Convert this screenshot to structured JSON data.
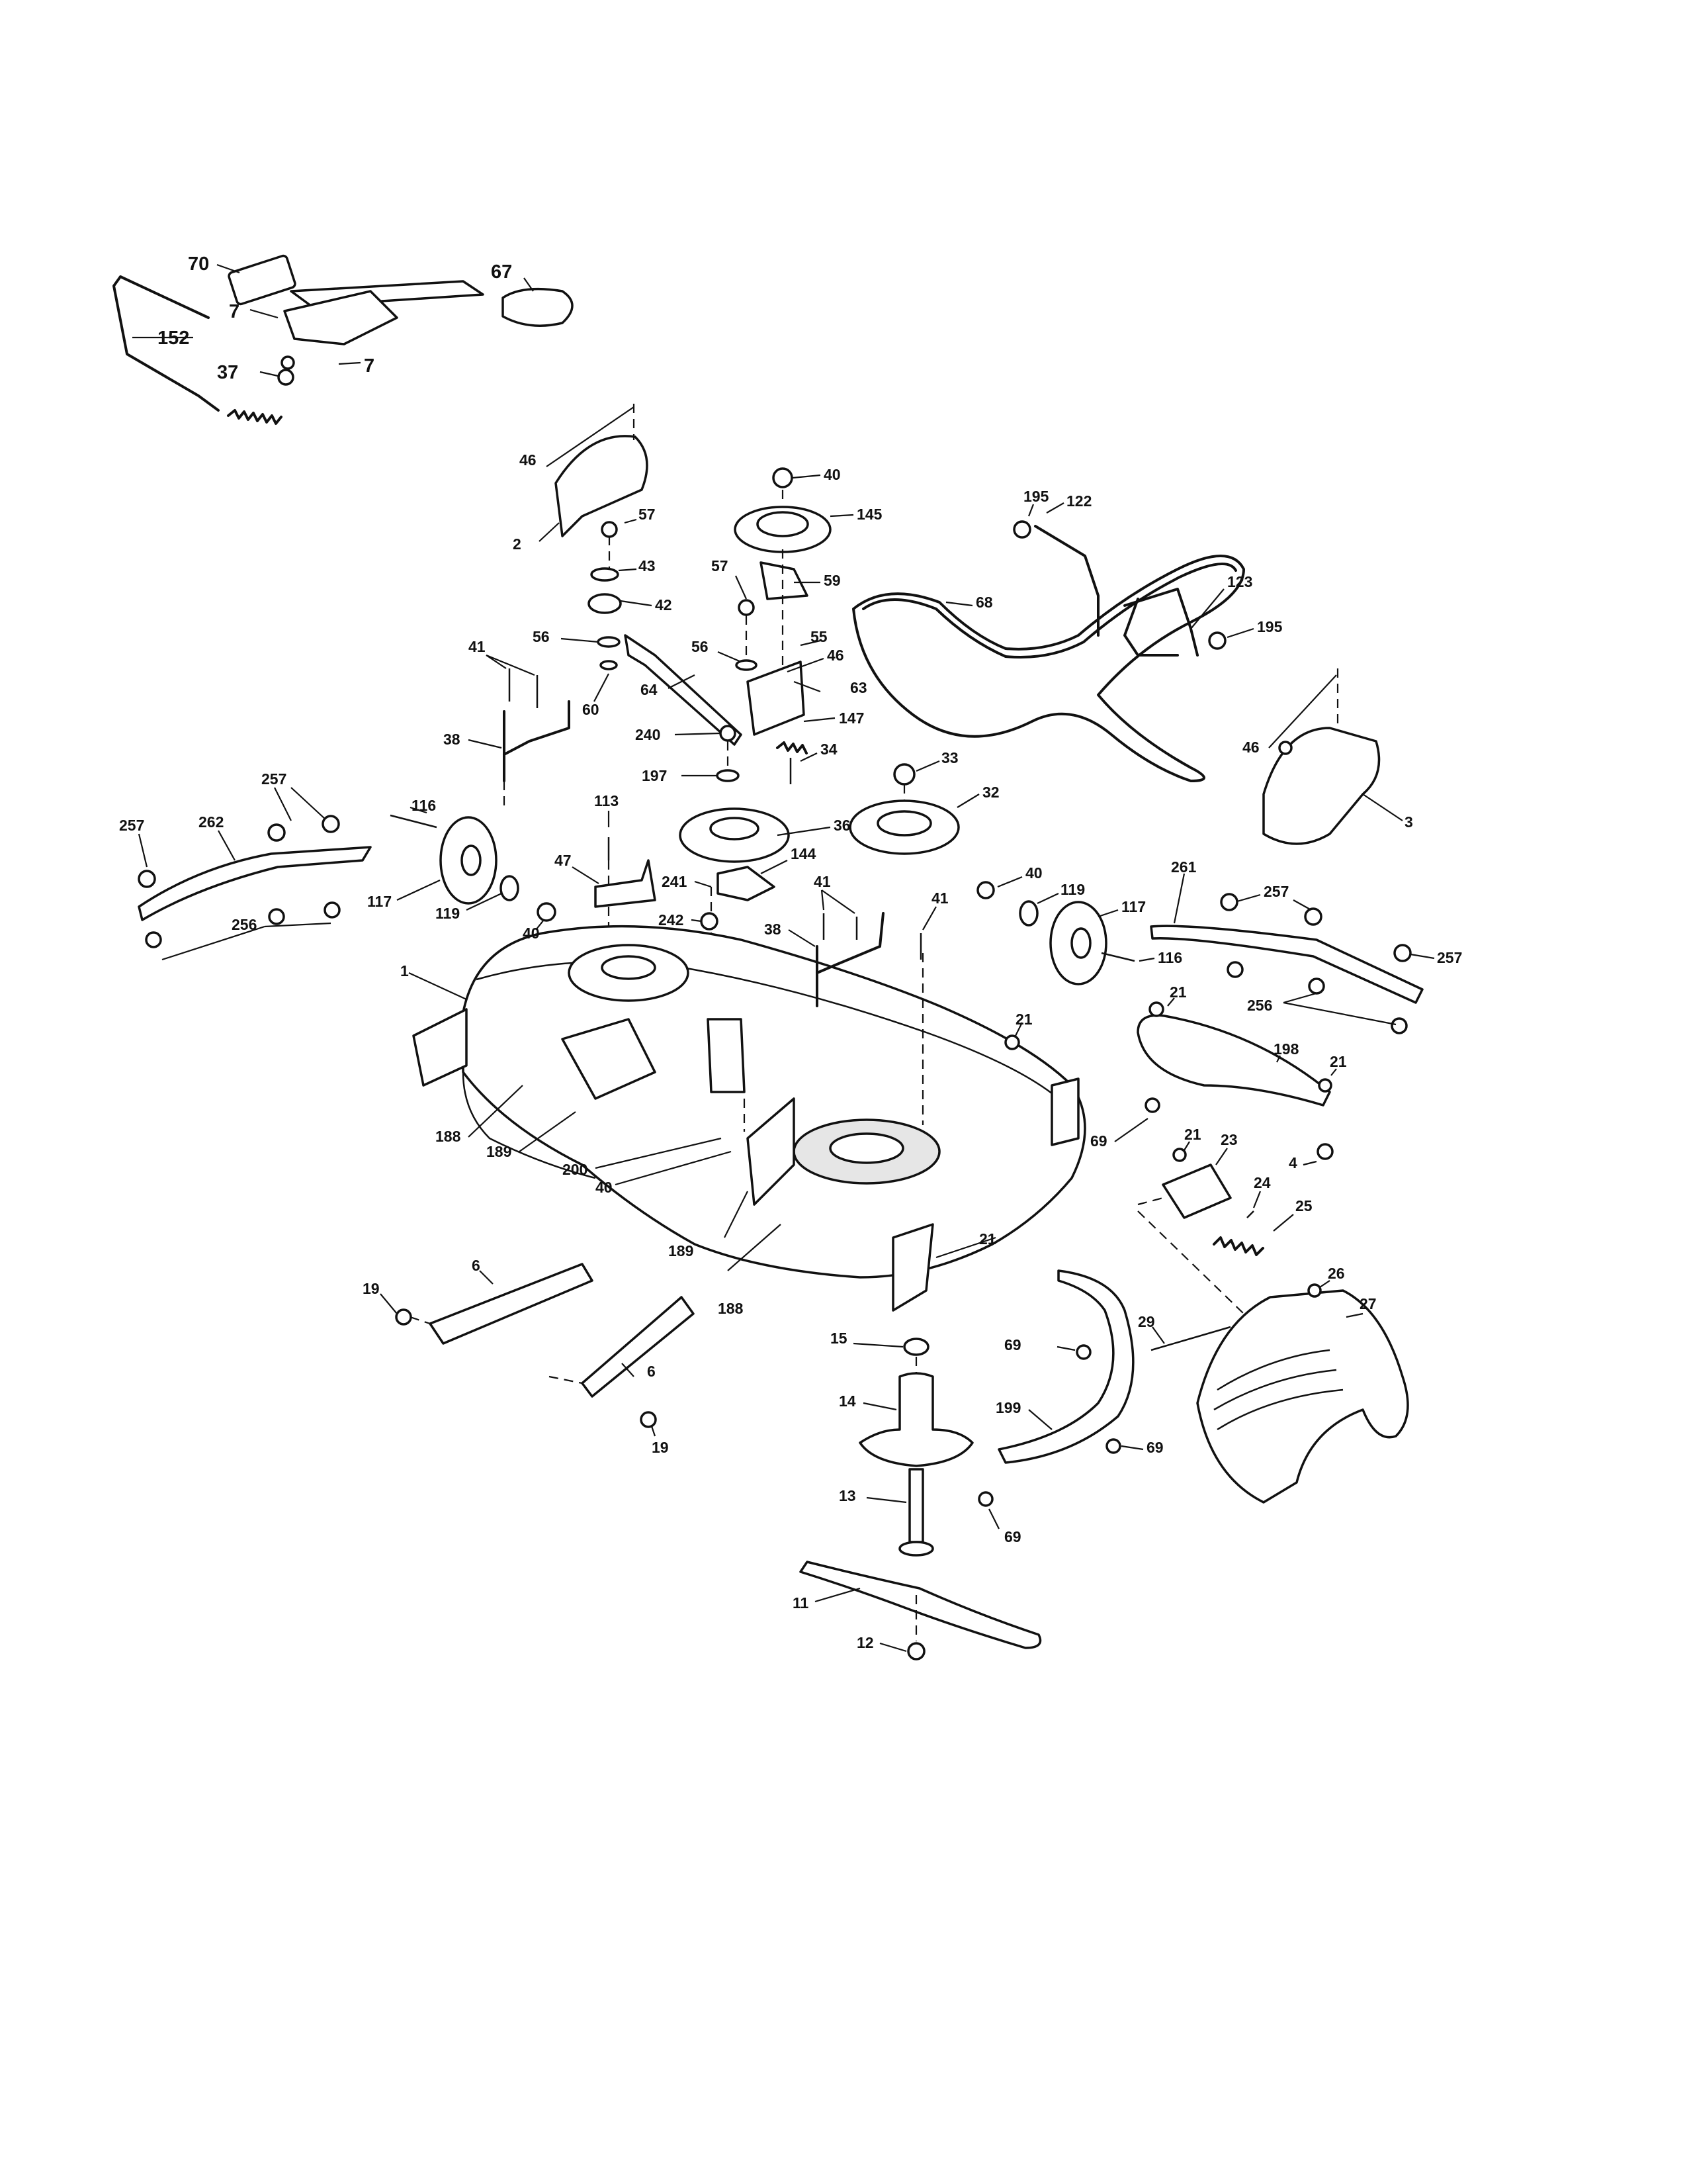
{
  "callouts": [
    {
      "id": "c70",
      "text": "70"
    },
    {
      "id": "c67",
      "text": "67"
    },
    {
      "id": "c7a",
      "text": "7"
    },
    {
      "id": "c7b",
      "text": "7"
    },
    {
      "id": "c152",
      "text": "152"
    },
    {
      "id": "c37",
      "text": "37"
    },
    {
      "id": "c46a",
      "text": "46"
    },
    {
      "id": "c2",
      "text": "2"
    },
    {
      "id": "c57a",
      "text": "57"
    },
    {
      "id": "c43",
      "text": "43"
    },
    {
      "id": "c42",
      "text": "42"
    },
    {
      "id": "c56a",
      "text": "56"
    },
    {
      "id": "c41a",
      "text": "41"
    },
    {
      "id": "c60",
      "text": "60"
    },
    {
      "id": "c64",
      "text": "64"
    },
    {
      "id": "c38a",
      "text": "38"
    },
    {
      "id": "c40a",
      "text": "40"
    },
    {
      "id": "c145",
      "text": "145"
    },
    {
      "id": "c57b",
      "text": "57"
    },
    {
      "id": "c59",
      "text": "59"
    },
    {
      "id": "c56b",
      "text": "56"
    },
    {
      "id": "c55",
      "text": "55"
    },
    {
      "id": "c46b",
      "text": "46"
    },
    {
      "id": "c63",
      "text": "63"
    },
    {
      "id": "c147",
      "text": "147"
    },
    {
      "id": "c34",
      "text": "34"
    },
    {
      "id": "c240",
      "text": "240"
    },
    {
      "id": "c197",
      "text": "197"
    },
    {
      "id": "c36",
      "text": "36"
    },
    {
      "id": "c33",
      "text": "33"
    },
    {
      "id": "c32",
      "text": "32"
    },
    {
      "id": "c195a",
      "text": "195"
    },
    {
      "id": "c122",
      "text": "122"
    },
    {
      "id": "c68",
      "text": "68"
    },
    {
      "id": "c123",
      "text": "123"
    },
    {
      "id": "c195b",
      "text": "195"
    },
    {
      "id": "c46c",
      "text": "46"
    },
    {
      "id": "c3",
      "text": "3"
    },
    {
      "id": "c257a",
      "text": "257"
    },
    {
      "id": "c257b",
      "text": "257"
    },
    {
      "id": "c262",
      "text": "262"
    },
    {
      "id": "c256a",
      "text": "256"
    },
    {
      "id": "c116a",
      "text": "116"
    },
    {
      "id": "c117a",
      "text": "117"
    },
    {
      "id": "c119a",
      "text": "119"
    },
    {
      "id": "c40b",
      "text": "40"
    },
    {
      "id": "c113",
      "text": "113"
    },
    {
      "id": "c47",
      "text": "47"
    },
    {
      "id": "c144",
      "text": "144"
    },
    {
      "id": "c241",
      "text": "241"
    },
    {
      "id": "c242",
      "text": "242"
    },
    {
      "id": "c41b",
      "text": "41"
    },
    {
      "id": "c41c",
      "text": "41"
    },
    {
      "id": "c38b",
      "text": "38"
    },
    {
      "id": "c40c",
      "text": "40"
    },
    {
      "id": "c119b",
      "text": "119"
    },
    {
      "id": "c117b",
      "text": "117"
    },
    {
      "id": "c116b",
      "text": "116"
    },
    {
      "id": "c261",
      "text": "261"
    },
    {
      "id": "c257c",
      "text": "257"
    },
    {
      "id": "c257d",
      "text": "257"
    },
    {
      "id": "c256b",
      "text": "256"
    },
    {
      "id": "c21a",
      "text": "21"
    },
    {
      "id": "c21b",
      "text": "21"
    },
    {
      "id": "c198",
      "text": "198"
    },
    {
      "id": "c21c",
      "text": "21"
    },
    {
      "id": "c1",
      "text": "1"
    },
    {
      "id": "c188a",
      "text": "188"
    },
    {
      "id": "c189a",
      "text": "189"
    },
    {
      "id": "c200",
      "text": "200"
    },
    {
      "id": "c40d",
      "text": "40"
    },
    {
      "id": "c69a",
      "text": "69"
    },
    {
      "id": "c4",
      "text": "4"
    },
    {
      "id": "c21d",
      "text": "21"
    },
    {
      "id": "c23",
      "text": "23"
    },
    {
      "id": "c24",
      "text": "24"
    },
    {
      "id": "c21e",
      "text": "21"
    },
    {
      "id": "c25",
      "text": "25"
    },
    {
      "id": "c189b",
      "text": "189"
    },
    {
      "id": "c188b",
      "text": "188"
    },
    {
      "id": "c26",
      "text": "26"
    },
    {
      "id": "c27",
      "text": "27"
    },
    {
      "id": "c6a",
      "text": "6"
    },
    {
      "id": "c19a",
      "text": "19"
    },
    {
      "id": "c6b",
      "text": "6"
    },
    {
      "id": "c19b",
      "text": "19"
    },
    {
      "id": "c15",
      "text": "15"
    },
    {
      "id": "c14",
      "text": "14"
    },
    {
      "id": "c69b",
      "text": "69"
    },
    {
      "id": "c29",
      "text": "29"
    },
    {
      "id": "c199",
      "text": "199"
    },
    {
      "id": "c69c",
      "text": "69"
    },
    {
      "id": "c13",
      "text": "13"
    },
    {
      "id": "c69d",
      "text": "69"
    },
    {
      "id": "c11",
      "text": "11"
    },
    {
      "id": "c12",
      "text": "12"
    }
  ]
}
